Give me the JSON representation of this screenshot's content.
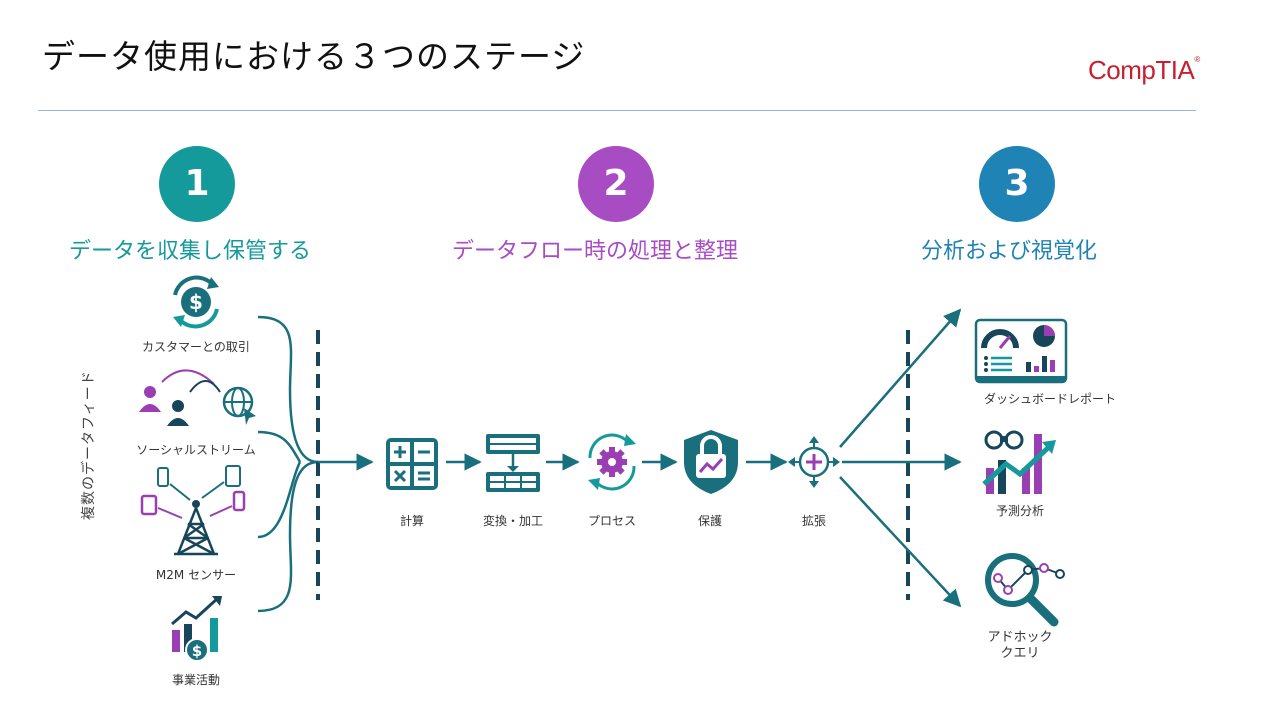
{
  "header": {
    "title": "データ使用における３つのステージ",
    "logo": "CompTIA"
  },
  "stages": [
    {
      "number": "1",
      "title": "データを収集し保管する",
      "color": "#159a9c"
    },
    {
      "number": "2",
      "title": "データフロー時の処理と整理",
      "color": "#a84cc4"
    },
    {
      "number": "3",
      "title": "分析および視覚化",
      "color": "#1f84b5"
    }
  ],
  "sources": {
    "caption": "複数のデータフィード",
    "items": [
      {
        "label": "カスタマーとの取引",
        "icon": "dollar-cycle-icon"
      },
      {
        "label": "ソーシャルストリーム",
        "icon": "social-globe-icon"
      },
      {
        "label": "M2M センサー",
        "icon": "tower-devices-icon"
      },
      {
        "label": "事業活動",
        "icon": "business-chart-icon"
      }
    ]
  },
  "process": [
    {
      "label": "計算",
      "icon": "calculator-icon"
    },
    {
      "label": "変換・加工",
      "icon": "transform-icon"
    },
    {
      "label": "プロセス",
      "icon": "gear-cycle-icon"
    },
    {
      "label": "保護",
      "icon": "shield-lock-icon"
    },
    {
      "label": "拡張",
      "icon": "expand-icon"
    }
  ],
  "outputs": [
    {
      "label": "ダッシュボードレポート",
      "icon": "dashboard-icon"
    },
    {
      "label": "予測分析",
      "icon": "predictive-icon"
    },
    {
      "label": "アドホック\nクエリ",
      "icon": "query-magnifier-icon"
    }
  ],
  "colors": {
    "teal": "#1a6f7d",
    "purple": "#9a3fb3",
    "dark": "#17455a"
  }
}
